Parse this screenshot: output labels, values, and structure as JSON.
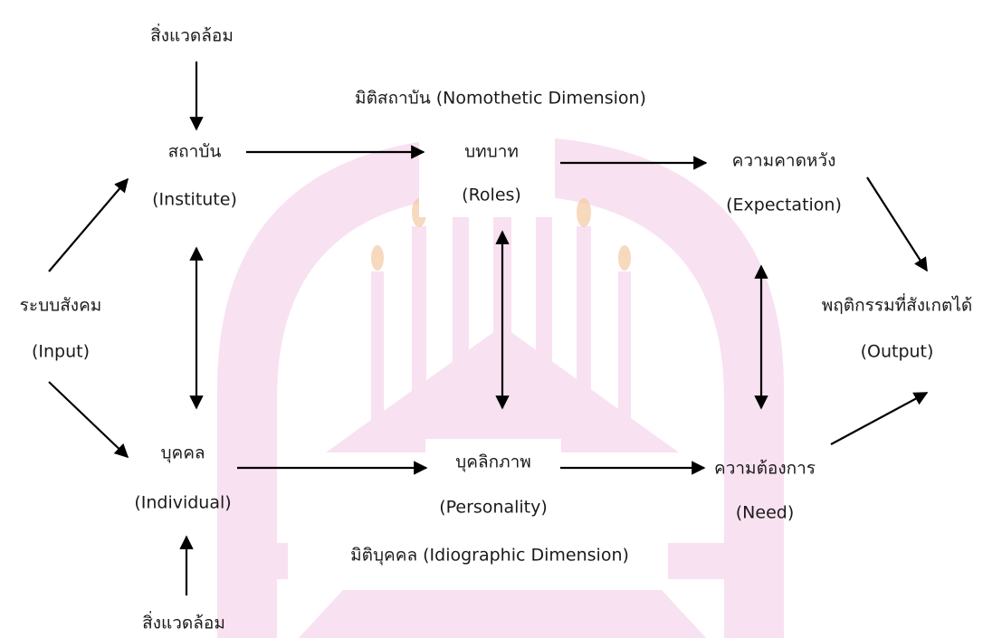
{
  "diagram": {
    "env_top": "สิ่งแวดล้อม",
    "env_bottom": "สิ่งแวดล้อม",
    "nomothetic_label": "มิติสถาบัน (Nomothetic Dimension)",
    "idiographic_label": "มิติบุคคล (Idiographic Dimension)",
    "social_system": {
      "thai": "ระบบสังคม",
      "en": "(Input)"
    },
    "institute": {
      "thai": "สถาบัน",
      "en": "(Institute)"
    },
    "roles": {
      "thai": "บทบาท",
      "en": "(Roles)"
    },
    "expectation": {
      "thai": "ความคาดหวัง",
      "en": "(Expectation)"
    },
    "individual": {
      "thai": "บุคคล",
      "en": "(Individual)"
    },
    "personality": {
      "thai": "บุคลิกภาพ",
      "en": "(Personality)"
    },
    "need": {
      "thai": "ความต้องการ",
      "en": "(Need)"
    },
    "output": {
      "thai": "พฤติกรรมที่สังเกตได้",
      "en": "(Output)"
    }
  },
  "colors": {
    "text": "#1a1a1a",
    "arrow": "#000000",
    "watermark": "#f6d6ef"
  }
}
